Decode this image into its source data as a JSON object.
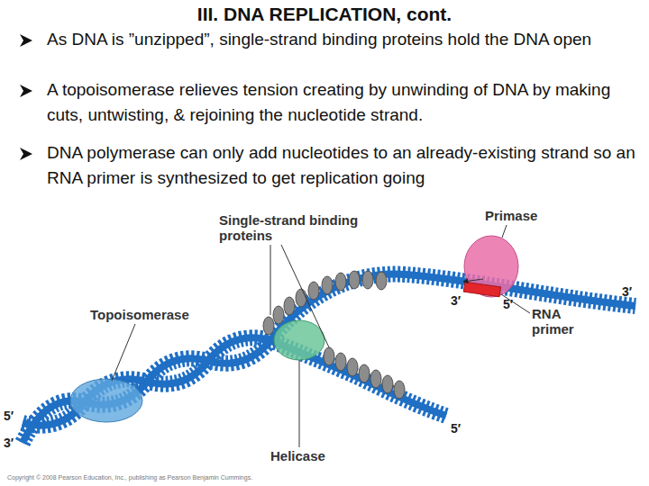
{
  "diagram": {
    "title": "III. DNA REPLICATION, cont.",
    "labels": [
      "As DNA is ”unzipped”, single-strand binding proteins hold the DNA open",
      "A topoisomerase relieves tension creating by unwinding of DNA by making cuts, untwisting, & rejoining the nucleotide strand.",
      "DNA polymerase can only add nucleotides to an already-existing strand so an RNA primer is synthesized to get replication going",
      "Single-strand binding proteins",
      "Primase",
      "3′",
      "5′",
      "RNA primer",
      "3′",
      "Topoisomerase",
      "5′",
      "3′",
      "Helicase",
      "5′",
      "Copyright © 2008 Pearson Education, Inc., publishing as Pearson Benjamin Cummings."
    ]
  }
}
